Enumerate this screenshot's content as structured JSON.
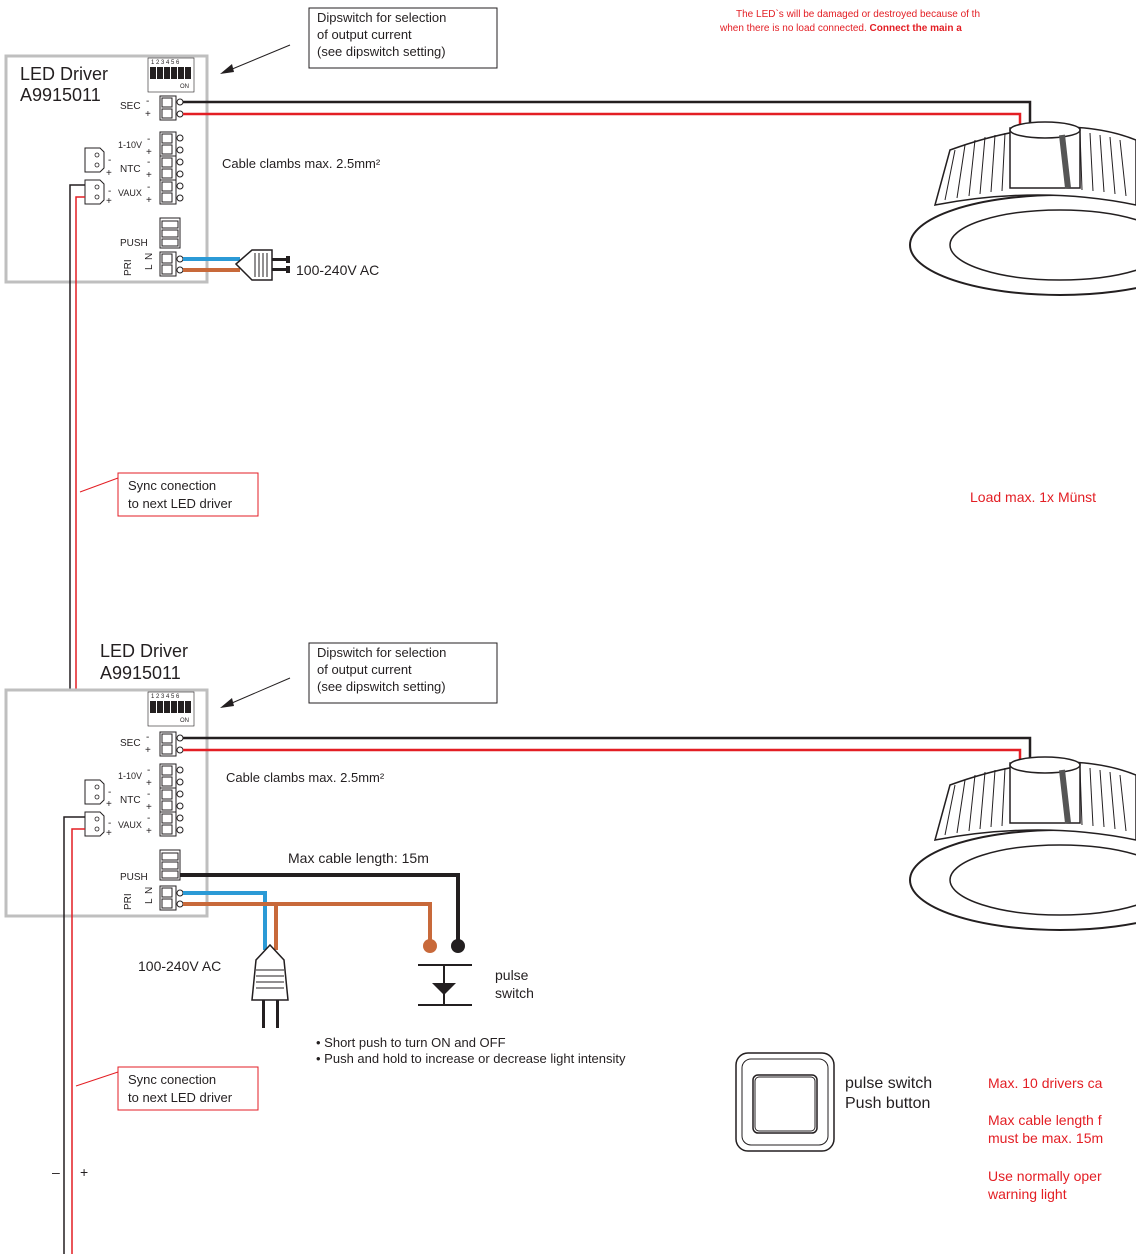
{
  "warning": {
    "line1": "The LED`s will be damaged or destroyed because of th",
    "line2_normal": "when there is no load connected. ",
    "line2_bold": "Connect the main a"
  },
  "driver1": {
    "title": "LED Driver",
    "model": "A9915011",
    "callout_line1": "Dipswitch for selection",
    "callout_line2": "of output current",
    "callout_line3": "(see dipswitch setting)"
  },
  "driver2": {
    "title": "LED Driver",
    "model": "A9915011",
    "callout_line1": "Dipswitch for selection",
    "callout_line2": "of output current",
    "callout_line3": "(see dipswitch setting)"
  },
  "terminals": {
    "sec": "SEC",
    "dim": "1-10V",
    "ntc": "NTC",
    "vaux": "VAUX",
    "push": "PUSH",
    "pri": "PRI",
    "l": "L",
    "n": "N",
    "minus": "-",
    "plus": "+",
    "dip_numbers": "1 2 3 4 5 6",
    "dip_on": "ON"
  },
  "labels": {
    "cable_clamps_1": "Cable clambs max. 2.5mm²",
    "cable_clamps_2": "Cable clambs max. 2.5mm²",
    "ac_1": "100-240V AC",
    "ac_2": "100-240V AC",
    "sync_1_line1": "Sync conection",
    "sync_1_line2": "to next LED driver",
    "sync_2_line1": "Sync conection",
    "sync_2_line2": "to next LED driver",
    "load_max": "Load max. 1x Münst",
    "max_cable_length": "Max cable length: 15m",
    "pulse_switch_line1": "pulse",
    "pulse_switch_line2": "switch",
    "bullet_1": "Short push to turn ON and OFF",
    "bullet_2": "Push and hold to increase or decrease light intensity",
    "push_button_line1": "pulse switch",
    "push_button_line2": "Push button",
    "bottom_minus": "–",
    "bottom_plus": "+"
  },
  "notes": {
    "note1": "Max. 10 drivers ca",
    "note2_line1": "Max cable length f",
    "note2_line2": "must be max. 15m",
    "note3_line1": "Use normally oper",
    "note3_line2": "warning light"
  },
  "colors": {
    "red_wire": "#e31e24",
    "black_wire": "#231f20",
    "blue_wire": "#2b9ad6",
    "brown_wire": "#c8693a",
    "box_border": "#bfbfbf"
  }
}
